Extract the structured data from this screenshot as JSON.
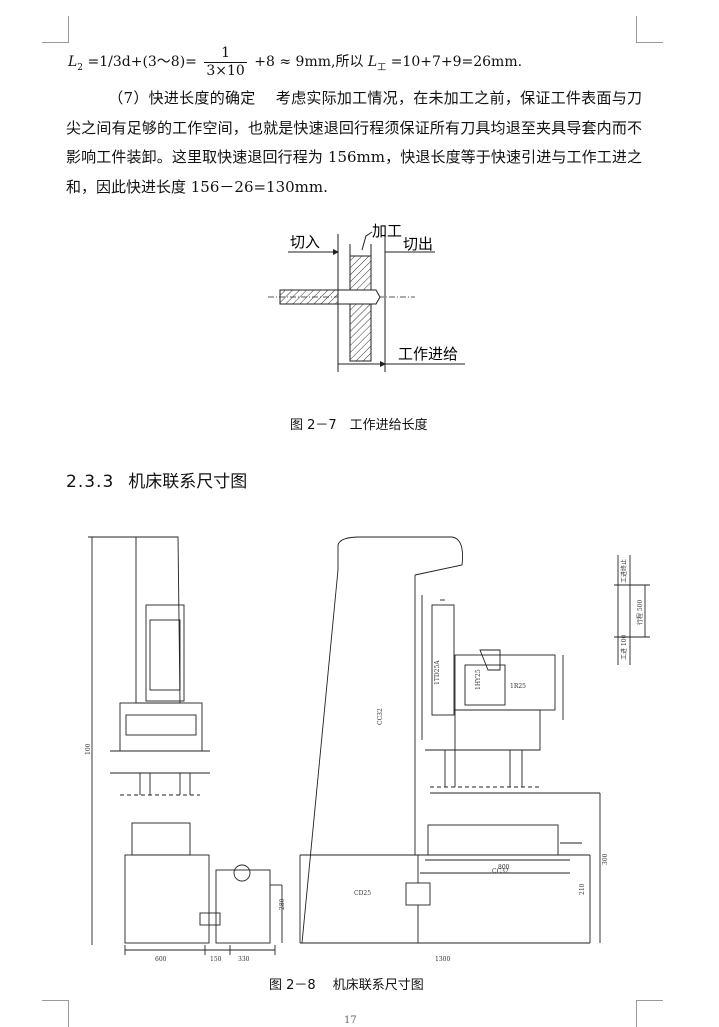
{
  "formula": {
    "lhs": "L",
    "lhs_sub": "2",
    "expr_a": "=1/3d+(3～8)=",
    "frac_num": "1",
    "frac_den": "3×10",
    "expr_b": "+8 ≈ 9mm,所以",
    "lw": "L",
    "lw_sub": "工",
    "expr_c": "=10+7+9=26mm."
  },
  "paragraph": {
    "text": "（7）快进长度的确定　 考虑实际加工情况，在未加工之前，保证工件表面与刀尖之间有足够的工作空间，也就是快速退回行程须保证所有刀具均退至夹具导套内而不影响工件装卸。这里取快速退回行程为 156mm，快退长度等于快速引进与工作工进之和，因此快进长度 156－26=130mm."
  },
  "figure_2_7": {
    "label_in": "切入",
    "label_machining": "加工",
    "label_out": "切出",
    "label_feed": "工作进给",
    "caption": "图 2－7　工作进给长度"
  },
  "section": {
    "number": "2.3.3",
    "title": "机床联系尺寸图"
  },
  "figure_2_8": {
    "dim_labels": [
      "1R25",
      "CC32",
      "CC32",
      "1TD25A",
      "1HY25",
      "CD25",
      "800",
      "600",
      "280",
      "330",
      "1300",
      "150",
      "300",
      "210",
      "100"
    ],
    "right_labels": [
      "工进终止",
      "行程 500",
      "工进 100"
    ],
    "caption": "图 2－8　 机床联系尺寸图"
  },
  "page_number": "17"
}
